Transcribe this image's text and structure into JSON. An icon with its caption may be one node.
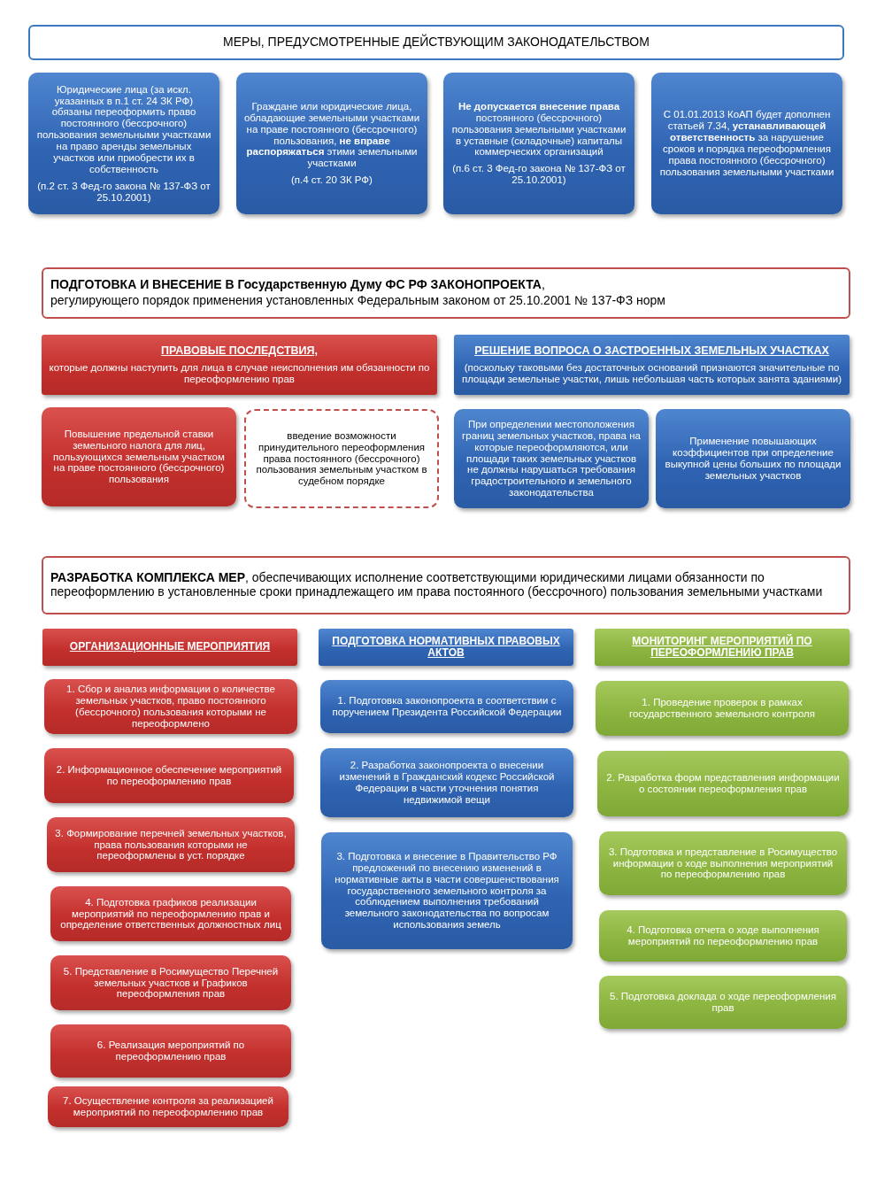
{
  "diagram": {
    "nodes": [
      {
        "text": [
          "МЕРЫ, ПРЕДУСМОТРЕННЫЕ ДЕЙСТВУЮЩИМ ЗАКОНОДАТЕЛЬСТВОМ"
        ]
      },
      {
        "text": [
          "Юридические лица (за искл. указанных в п.1 ст. 24 ЗК РФ) обязаны переоформить право постоянного (бессрочного) пользования земельными участками на право аренды земельных участков или приобрести их в собственность",
          "(п.2 ст. 3 Фед-го закона № 137-ФЗ от 25.10.2001)"
        ]
      },
      {
        "text": [
          "Граждане или юридические лица, обладающие земельными участками на праве постоянного (бессрочного) пользования, **не вправе распоряжаться** этими земельными участками",
          "(п.4 ст. 20 ЗК РФ)"
        ]
      },
      {
        "text": [
          "**Не допускается внесение права** постоянного (бессрочного) пользования земельными участками в уставные (складочные) капиталы коммерческих организаций",
          "(п.6 ст. 3 Фед-го закона № 137-ФЗ от 25.10.2001)"
        ]
      },
      {
        "text": [
          "С 01.01.2013 КоАП будет дополнен статьей 7.34, **устанавливающей ответственность** за нарушение сроков и порядка переоформления права постоянного (бессрочного) пользования земельными участками"
        ]
      },
      {
        "text": [
          "**ПОДГОТОВКА И ВНЕСЕНИЕ В Государственную Думу ФС РФ ЗАКОНОПРОЕКТА**,",
          "регулирующего порядок применения установленных Федеральным законом от 25.10.2001 № 137-ФЗ норм"
        ]
      },
      {
        "text": [
          "ПРАВОВЫЕ ПОСЛЕДСТВИЯ,",
          "которые должны наступить для лица в случае неисполнения им обязанности по переоформлению прав"
        ]
      },
      {
        "text": [
          "РЕШЕНИЕ ВОПРОСА О ЗАСТРОЕННЫХ ЗЕМЕЛЬНЫХ УЧАСТКАХ",
          "(поскольку таковыми без достаточных оснований признаются значительные по площади земельные участки, лишь небольшая часть которых занята зданиями)"
        ]
      },
      {
        "text": [
          "Повышение предельной ставки земельного налога для лиц, пользующихся земельным участком на праве постоянного (бессрочного) пользования"
        ]
      },
      {
        "text": [
          "введение возможности принудительного переоформления права постоянного (бессрочного) пользования земельным участком в судебном порядке"
        ]
      },
      {
        "text": [
          "При определении местоположения границ земельных участков, права на которые переоформляются, или площади таких земельных участков не должны нарушаться требования градостроительного и земельного законодательства"
        ]
      },
      {
        "text": [
          "Применение повышающих коэффициентов при определение выкупной цены больших по площади земельных участков"
        ]
      },
      {
        "text": [
          "**РАЗРАБОТКА КОМПЛЕКСА МЕР**, обеспечивающих исполнение соответствующими юридическими лицами обязанности по переоформлению в установленные сроки принадлежащего им права постоянного (бессрочного) пользования земельными участками"
        ]
      },
      {
        "text": [
          "ОРГАНИЗАЦИОННЫЕ МЕРОПРИЯТИЯ"
        ]
      },
      {
        "text": [
          "ПОДГОТОВКА НОРМАТИВНЫХ ПРАВОВЫХ АКТОВ"
        ]
      },
      {
        "text": [
          "МОНИТОРИНГ МЕРОПРИЯТИЙ ПО ПЕРЕОФОРМЛЕНИЮ ПРАВ"
        ]
      },
      {
        "text": [
          "1. Сбор и анализ информации о количестве земельных участков, право постоянного (бессрочного) пользования которыми не переоформлено"
        ]
      },
      {
        "text": [
          "2. Информационное обеспечение мероприятий по переоформлению прав"
        ]
      },
      {
        "text": [
          "3. Формирование перечней земельных участков, права пользования которыми не переоформлены в уст. порядке"
        ]
      },
      {
        "text": [
          "4. Подготовка графиков реализации мероприятий по переоформлению прав и определение ответственных должностных лиц"
        ]
      },
      {
        "text": [
          "5. Представление в Росимущество Перечней земельных участков и Графиков переоформления прав"
        ]
      },
      {
        "text": [
          "6. Реализация мероприятий по переоформлению прав"
        ]
      },
      {
        "text": [
          "7. Осуществление контроля за реализацией мероприятий по переоформлению прав"
        ]
      },
      {
        "text": [
          "1. Подготовка законопроекта в соответствии с поручением Президента Российской Федерации"
        ]
      },
      {
        "text": [
          "2. Разработка законопроекта о внесении изменений в Гражданский кодекс Российской Федерации в части уточнения понятия недвижимой вещи"
        ]
      },
      {
        "text": [
          "3. Подготовка и внесение в Правительство РФ предложений по внесению изменений в нормативные акты в части совершенствования государственного земельного контроля за соблюдением выполнения требований земельного законодательства по вопросам использования земель"
        ]
      },
      {
        "text": [
          "1. Проведение проверок в рамках государственного земельного контроля"
        ]
      },
      {
        "text": [
          "2. Разработка форм представления информации о состоянии переоформления прав"
        ]
      },
      {
        "text": [
          "3. Подготовка и представление в Росимущество информации о ходе выполнения мероприятий по переоформлению прав"
        ]
      },
      {
        "text": [
          "4. Подготовка отчета о ходе выполнения мероприятий по переоформлению прав"
        ]
      },
      {
        "text": [
          "5. Подготовка доклада о ходе переоформления прав"
        ]
      }
    ]
  }
}
